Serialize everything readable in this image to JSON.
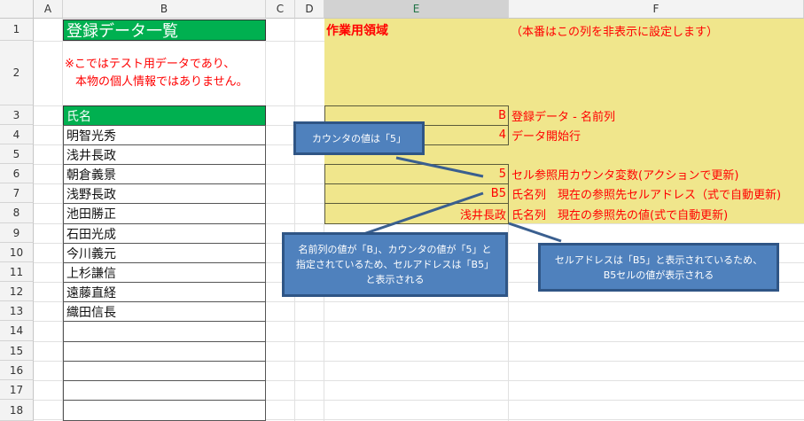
{
  "columns": [
    "A",
    "B",
    "C",
    "D",
    "E",
    "F"
  ],
  "rows": [
    "1",
    "2",
    "3",
    "4",
    "5",
    "6",
    "7",
    "8",
    "9",
    "10",
    "11",
    "12",
    "13",
    "14",
    "15",
    "16",
    "17",
    "18"
  ],
  "title_cell": "登録データ一覧",
  "note_line1": "※こではテスト用データであり、",
  "note_line2": "本物の個人情報ではありません。",
  "name_header": "氏名",
  "names": [
    "明智光秀",
    "浅井長政",
    "朝倉義景",
    "浅野長政",
    "池田勝正",
    "石田光成",
    "今川義元",
    "上杉謙信",
    "遠藤直経",
    "織田信長",
    "",
    "",
    "",
    "",
    ""
  ],
  "work_area": {
    "title": "作業用領域",
    "note": "（本番はこの列を非表示に設定します）",
    "rows": [
      {
        "value": "B",
        "label": "登録データ - 名前列"
      },
      {
        "value": "4",
        "label": "データ開始行"
      },
      {
        "value": "5",
        "label": "セル参照用カウンタ変数(アクションで更新)"
      },
      {
        "value": "B5",
        "label": "氏名列　現在の参照先セルアドレス（式で自動更新)"
      },
      {
        "value": "浅井長政",
        "label": "氏名列　現在の参照先の値(式で自動更新)"
      }
    ]
  },
  "callouts": {
    "counter": "カウンタの値は「5」",
    "address": "名前列の値が「B」、カウンタの値が「5」と\n指定されているため、セルアドレスは「B5」\nと表示される",
    "value": "セルアドレスは「B5」と表示されているため、\nB5セルの値が表示される"
  },
  "colors": {
    "header_green": "#00b050",
    "work_yellow": "#f0e68c",
    "red_text": "#ff0000",
    "callout_blue": "#4f81bd"
  }
}
